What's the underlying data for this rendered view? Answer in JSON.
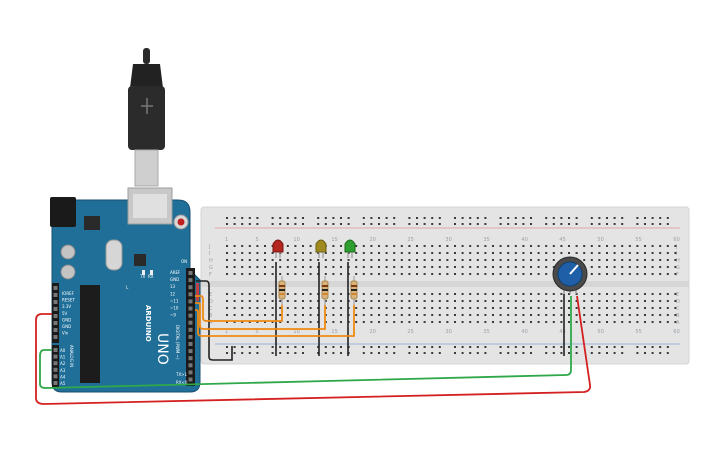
{
  "board": {
    "brand": "ARDUINO",
    "model": "UNO",
    "power_labels": [
      "IOREF",
      "RESET",
      "3.3V",
      "5V",
      "GND",
      "GND",
      "Vin"
    ],
    "analog_labels": [
      "A0",
      "A1",
      "A2",
      "A3",
      "A4",
      "A5"
    ],
    "analog_header": "ANALOG IN",
    "digital_header": "DIGITAL (PWM ~)",
    "top_labels": [
      "AREF",
      "GND",
      "13",
      "12",
      "~11",
      "~10",
      "~9"
    ],
    "bottom_labels": [
      "TX>1",
      "RX<0"
    ],
    "led_labels": [
      "TX",
      "RX"
    ],
    "on_label": "ON",
    "l_label": "L"
  },
  "breadboard": {
    "column_numbers": [
      "1",
      "5",
      "10",
      "15",
      "20",
      "25",
      "30",
      "35",
      "40",
      "45",
      "50",
      "55",
      "60"
    ],
    "row_letters_top": [
      "J",
      "I",
      "H",
      "G",
      "F"
    ],
    "row_letters_bottom": [
      "E",
      "D",
      "C",
      "B",
      "A"
    ]
  },
  "components": {
    "leds": [
      {
        "name": "red-led",
        "color": "#b3261e"
      },
      {
        "name": "yellow-led",
        "color": "#9e8a1e"
      },
      {
        "name": "green-led",
        "color": "#2e9e2e"
      }
    ],
    "potentiometer": {
      "knob_color": "#1e5fa8"
    }
  },
  "colors": {
    "board": "#1f6f99",
    "breadboard": "#e6e6e6",
    "wire_orange": "#ef8a12",
    "wire_black": "#222222",
    "wire_green": "#2fa84a",
    "wire_red": "#d42020"
  }
}
